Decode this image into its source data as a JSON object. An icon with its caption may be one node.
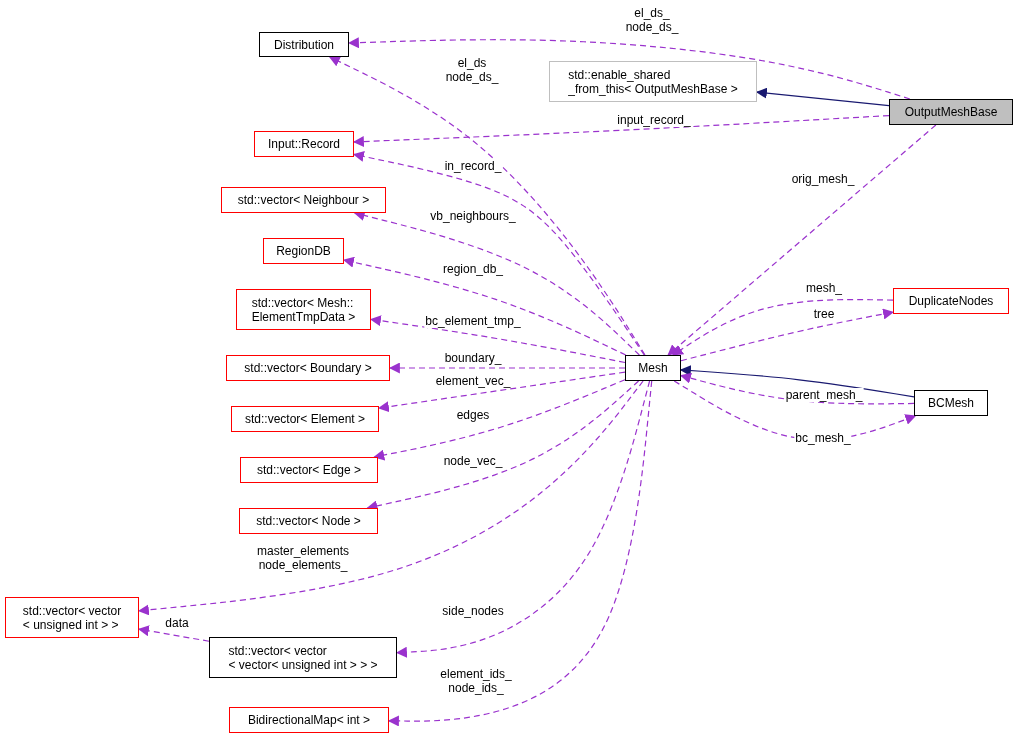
{
  "diagram": {
    "nodes": [
      {
        "text": [
          "Distribution"
        ]
      },
      {
        "text": [
          "std::enable_shared _from_this< OutputMeshBase >"
        ]
      },
      {
        "text": [
          "OutputMeshBase"
        ]
      },
      {
        "text": [
          "Input::Record"
        ]
      },
      {
        "text": [
          "std::vector< Neighbour >"
        ]
      },
      {
        "text": [
          "RegionDB"
        ]
      },
      {
        "text": [
          "std::vector< Mesh:: ElementTmpData >"
        ]
      },
      {
        "text": [
          "Mesh"
        ]
      },
      {
        "text": [
          "DuplicateNodes"
        ]
      },
      {
        "text": [
          "BCMesh"
        ]
      },
      {
        "text": [
          "std::vector< Boundary >"
        ]
      },
      {
        "text": [
          "std::vector< Element >"
        ]
      },
      {
        "text": [
          "std::vector< Edge >"
        ]
      },
      {
        "text": [
          "std::vector< Node >"
        ]
      },
      {
        "text": [
          "std::vector< vector < unsigned int > >"
        ]
      },
      {
        "text": [
          "std::vector< vector < vector< unsigned int > > >"
        ]
      },
      {
        "text": [
          "BidirectionalMap< int >"
        ]
      }
    ],
    "edges": [
      {
        "from": 2,
        "to": 0,
        "arrow": "to",
        "label": "el_ds_ node_ds_",
        "style": "dashed"
      },
      {
        "from": 2,
        "to": 1,
        "arrow": "to",
        "color": "#191970"
      },
      {
        "from": 2,
        "to": 3,
        "arrow": "to",
        "label": "input_record_",
        "style": "dashed"
      },
      {
        "from": 7,
        "to": 0,
        "arrow": "to",
        "label": "el_ds node_ds_",
        "style": "dashed"
      },
      {
        "from": 7,
        "to": 3,
        "arrow": "to",
        "label": "in_record_",
        "style": "dashed"
      },
      {
        "from": 7,
        "to": 4,
        "arrow": "to",
        "label": "vb_neighbours_",
        "style": "dashed"
      },
      {
        "from": 7,
        "to": 5,
        "arrow": "to",
        "label": "region_db_",
        "style": "dashed"
      },
      {
        "from": 7,
        "to": 6,
        "arrow": "to",
        "label": "bc_element_tmp_",
        "style": "dashed"
      },
      {
        "from": 2,
        "to": 7,
        "arrow": "to",
        "label": "orig_mesh_",
        "style": "dashed"
      },
      {
        "from": 8,
        "to": 7,
        "arrow": "to",
        "label": "mesh_",
        "style": "dashed"
      },
      {
        "from": 7,
        "to": 8,
        "arrow": "to",
        "label": "tree",
        "style": "dashed"
      },
      {
        "from": 9,
        "to": 7,
        "arrow": "to",
        "color": "#191970"
      },
      {
        "from": 9,
        "to": 7,
        "arrow": "to",
        "label": "parent_mesh_",
        "style": "dashed"
      },
      {
        "from": 7,
        "to": 9,
        "arrow": "to",
        "label": "bc_mesh_",
        "style": "dashed"
      },
      {
        "from": 7,
        "to": 10,
        "arrow": "to",
        "label": "boundary_",
        "style": "dashed"
      },
      {
        "from": 7,
        "to": 11,
        "arrow": "to",
        "label": "element_vec_",
        "style": "dashed"
      },
      {
        "from": 7,
        "to": 12,
        "arrow": "to",
        "label": "edges",
        "style": "dashed"
      },
      {
        "from": 7,
        "to": 13,
        "arrow": "to",
        "label": "node_vec_",
        "style": "dashed"
      },
      {
        "from": 7,
        "to": 14,
        "arrow": "to",
        "label": "master_elements node_elements_",
        "style": "dashed"
      },
      {
        "from": 15,
        "to": 14,
        "arrow": "to",
        "label": "data",
        "style": "dashed"
      },
      {
        "from": 7,
        "to": 15,
        "arrow": "to",
        "label": "side_nodes",
        "style": "dashed"
      },
      {
        "from": 7,
        "to": 16,
        "arrow": "to",
        "label": "element_ids_ node_ids_",
        "style": "dashed"
      }
    ]
  }
}
